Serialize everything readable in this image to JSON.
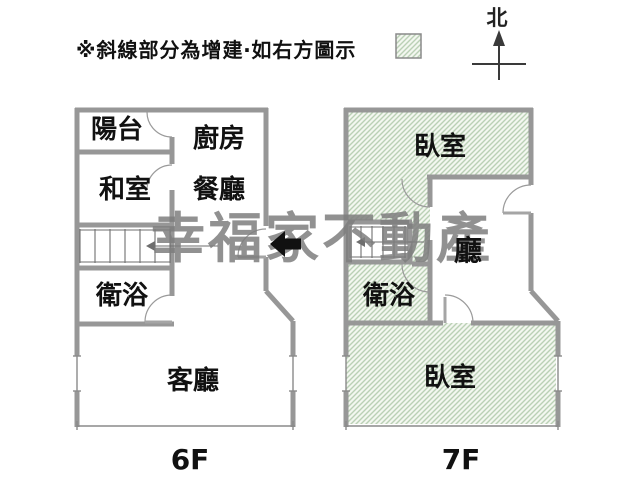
{
  "note": {
    "text": "※斜線部分為增建‧如右方圖示"
  },
  "compass": {
    "label": "北"
  },
  "watermark": {
    "text": "幸福家不動產"
  },
  "colors": {
    "wall": "#979797",
    "thin_line": "#8a8a8a",
    "stair_line": "#6e6e6e",
    "hatch_background": "#f3f7f0",
    "hatch_line": "#bad0b5",
    "entrance_arrow": "#111111",
    "text": "#111111",
    "watermark": "#7e7e7e"
  },
  "floor_6f": {
    "label": "6F",
    "rooms": {
      "balcony": "陽台",
      "kitchen": "廚房",
      "japanese_room": "和室",
      "dining": "餐廳",
      "bathroom": "衛浴",
      "living": "客廳"
    }
  },
  "floor_7f": {
    "label": "7F",
    "rooms": {
      "bedroom_top": "臥室",
      "hall": "廳",
      "bathroom": "衛浴",
      "bedroom_bottom": "臥室"
    }
  }
}
